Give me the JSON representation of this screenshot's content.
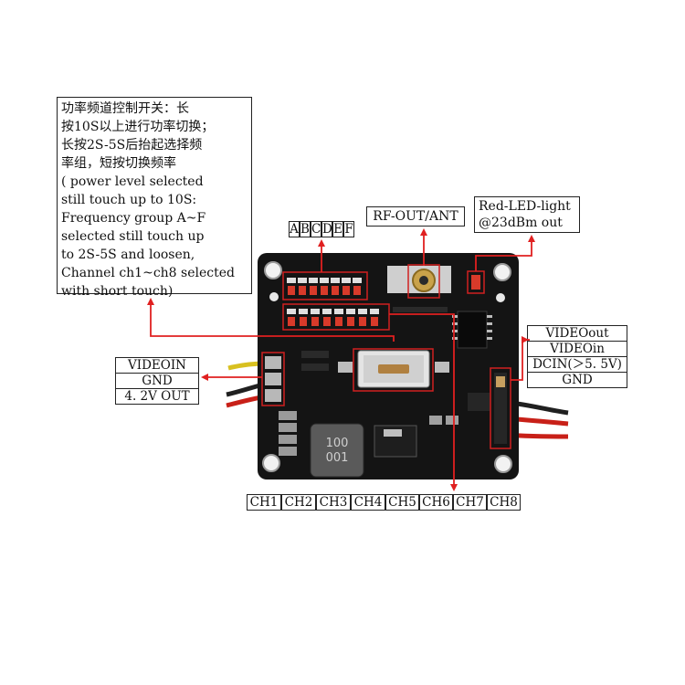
{
  "description_lines": [
    "功率频道控制开关：长",
    "按10S以上进行功率切换；",
    "长按2S-5S后抬起选择频",
    "率组，短按切换频率",
    " ( power level selected",
    "still touch up to 10S:",
    "Frequency group A~F",
    "selected still touch up",
    "to 2S-5S and loosen,",
    "Channel ch1~ch8 selected",
    "with short touch)"
  ],
  "groups": [
    "A",
    "B",
    "C",
    "D",
    "E",
    "F"
  ],
  "rf_label": "RF-OUT/ANT",
  "led_label": [
    "Red-LED-light",
    "@23dBm out"
  ],
  "left_pins": [
    "VIDEOIN",
    "GND",
    "4. 2V OUT"
  ],
  "right_pins": [
    "VIDEOout",
    "VIDEOin",
    "DCIN(＞5. 5V)",
    "GND"
  ],
  "channels": [
    "CH1",
    "CH2",
    "CH3",
    "CH4",
    "CH5",
    "CH6",
    "CH7",
    "CH8"
  ],
  "inductor_text": [
    "100",
    "001"
  ],
  "colors": {
    "arrow": "#e02020",
    "board": "#141414",
    "pad": "#b8b8b8",
    "led": "#d83a2a",
    "wire_yellow": "#d8c020",
    "wire_red": "#c82018",
    "wire_black": "#202020"
  }
}
